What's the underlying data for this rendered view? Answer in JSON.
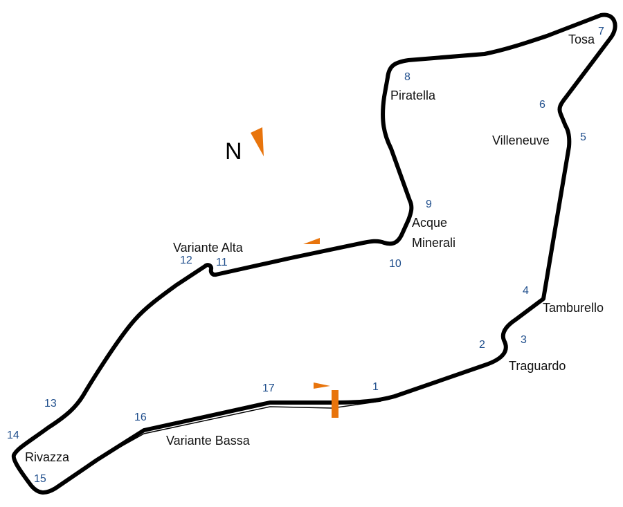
{
  "colors": {
    "track": "#000000",
    "number": "#1f4e8c",
    "accent": "#e8740c",
    "background": "#ffffff"
  },
  "compass": {
    "label": "N"
  },
  "corner_numbers": [
    "1",
    "2",
    "3",
    "4",
    "5",
    "6",
    "7",
    "8",
    "9",
    "10",
    "11",
    "12",
    "13",
    "14",
    "15",
    "16",
    "17"
  ],
  "corner_names": {
    "tosa": "Tosa",
    "piratella": "Piratella",
    "villeneuve": "Villeneuve",
    "acque_line1": "Acque",
    "acque_line2": "Minerali",
    "variante_alta": "Variante Alta",
    "tamburello": "Tamburello",
    "traguardo": "Traguardo",
    "rivazza": "Rivazza",
    "variante_bassa": "Variante Bassa"
  }
}
